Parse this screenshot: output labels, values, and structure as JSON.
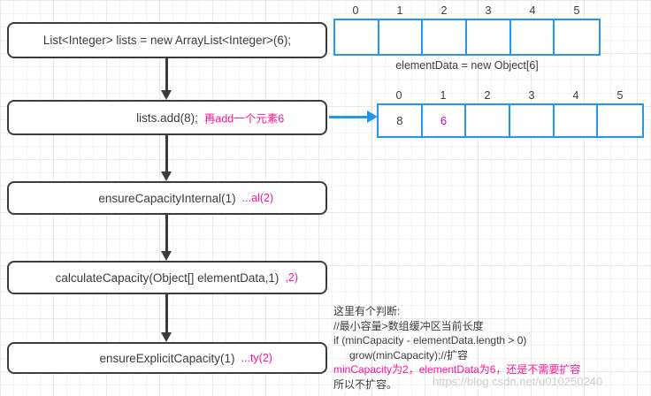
{
  "colors": {
    "dark": "#3b3b3b",
    "magenta": "#ff1493",
    "blue": "#2196f3"
  },
  "flow": {
    "boxes": [
      {
        "label": "List<Integer> lists = new ArrayList<Integer>(6);",
        "annotation": ""
      },
      {
        "label": "lists.add(8);",
        "annotation": "再add一个元素6"
      },
      {
        "label": "ensureCapacityInternal(1)",
        "annotation": "...al(2)"
      },
      {
        "label": "calculateCapacity(Object[] elementData,1)",
        "annotation": ",2)"
      },
      {
        "label": "ensureExplicitCapacity(1)",
        "annotation": "...ty(2)"
      }
    ]
  },
  "arrays": [
    {
      "indices": [
        "0",
        "1",
        "2",
        "3",
        "4",
        "5"
      ],
      "cells": [
        "",
        "",
        "",
        "",
        "",
        ""
      ],
      "caption": "elementData = new Object[6]"
    },
    {
      "indices": [
        "0",
        "1",
        "2",
        "3",
        "4",
        "5"
      ],
      "cells": [
        "8",
        "6",
        "",
        "",
        "",
        ""
      ]
    }
  ],
  "note": {
    "lines": [
      "这里有个判断:",
      "//最小容量>数组缓冲区当前长度",
      "if (minCapacity - elementData.length > 0)",
      "grow(minCapacity);//扩容",
      "minCapacity为2，elementData为6，还是不需要扩容",
      "所以不扩容。"
    ]
  },
  "watermark": "https://blog.csdn.net/u010250240"
}
